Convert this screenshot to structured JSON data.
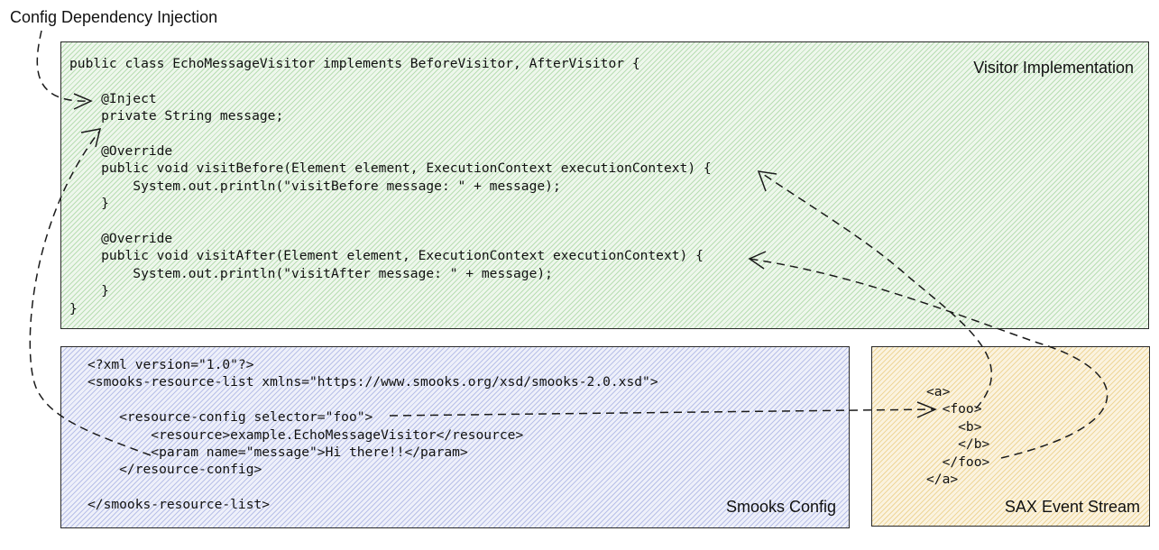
{
  "title": "Config Dependency Injection",
  "visitor": {
    "label": "Visitor Implementation",
    "code": "public class EchoMessageVisitor implements BeforeVisitor, AfterVisitor {\n\n    @Inject\n    private String message;\n\n    @Override\n    public void visitBefore(Element element, ExecutionContext executionContext) {\n        System.out.println(\"visitBefore message: \" + message);\n    }\n\n    @Override\n    public void visitAfter(Element element, ExecutionContext executionContext) {\n        System.out.println(\"visitAfter message: \" + message);\n    }\n}"
  },
  "smooks": {
    "label": "Smooks Config",
    "code": "<?xml version=\"1.0\"?>\n<smooks-resource-list xmlns=\"https://www.smooks.org/xsd/smooks-2.0.xsd\">\n\n    <resource-config selector=\"foo\">\n        <resource>example.EchoMessageVisitor</resource>\n        <param name=\"message\">Hi there!!</param>\n    </resource-config>\n\n</smooks-resource-list>"
  },
  "sax": {
    "label": "SAX Event Stream",
    "code": "<a>\n  <foo>\n    <b>\n    </b>\n  </foo>\n</a>"
  }
}
